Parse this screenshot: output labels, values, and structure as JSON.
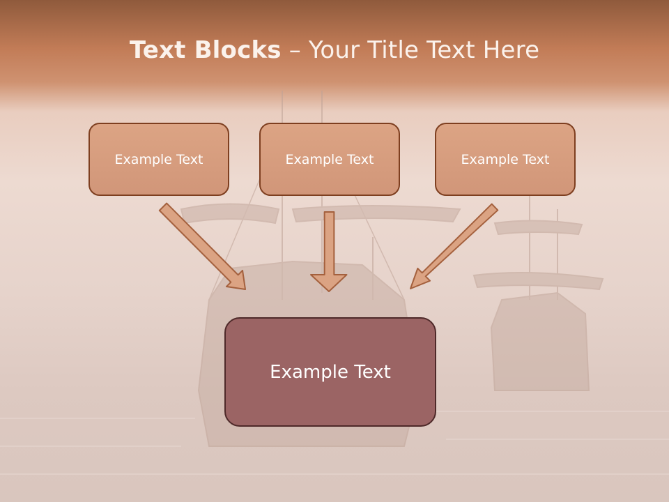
{
  "slide": {
    "title_bold": "Text Blocks",
    "title_rest": " – Your Title Text Here",
    "blocks": [
      {
        "text": "Example Text"
      },
      {
        "text": "Example Text"
      },
      {
        "text": "Example Text"
      }
    ],
    "main_block": {
      "text": "Example Text"
    }
  },
  "colors": {
    "header": "#c27c57",
    "block_fill": "#d8a082",
    "block_border": "#7e3f20",
    "main_fill": "#9b6464",
    "main_border": "#4e2929",
    "arrow_fill": "#dba383",
    "arrow_stroke": "#a4603d"
  }
}
